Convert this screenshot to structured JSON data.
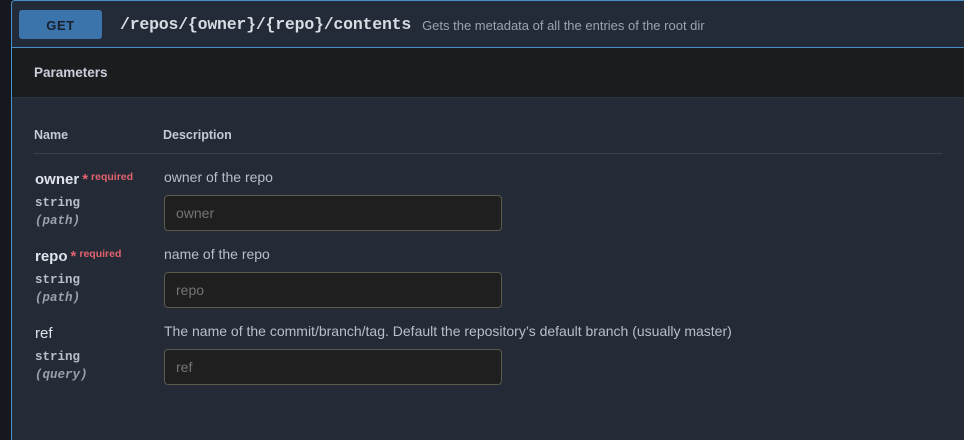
{
  "operation": {
    "method": "GET",
    "path": "/repos/{owner}/{repo}/contents",
    "summary": "Gets the metadata of all the entries of the root dir",
    "accent_color": "#4990c9",
    "method_button_color": "#3b73ab"
  },
  "parameters_section": {
    "title": "Parameters",
    "table_headers": {
      "name": "Name",
      "description": "Description"
    },
    "required_marker": "*",
    "required_label": "required",
    "required_color": "#e2626d",
    "rows": [
      {
        "name": "owner",
        "required": true,
        "type": "string",
        "in": "(path)",
        "description": "owner of the repo",
        "input_value": "",
        "input_placeholder": "owner"
      },
      {
        "name": "repo",
        "required": true,
        "type": "string",
        "in": "(path)",
        "description": "name of the repo",
        "input_value": "",
        "input_placeholder": "repo"
      },
      {
        "name": "ref",
        "required": false,
        "type": "string",
        "in": "(query)",
        "description": "The name of the commit/branch/tag. Default the repository’s default branch (usually master)",
        "input_value": "",
        "input_placeholder": "ref"
      }
    ]
  }
}
